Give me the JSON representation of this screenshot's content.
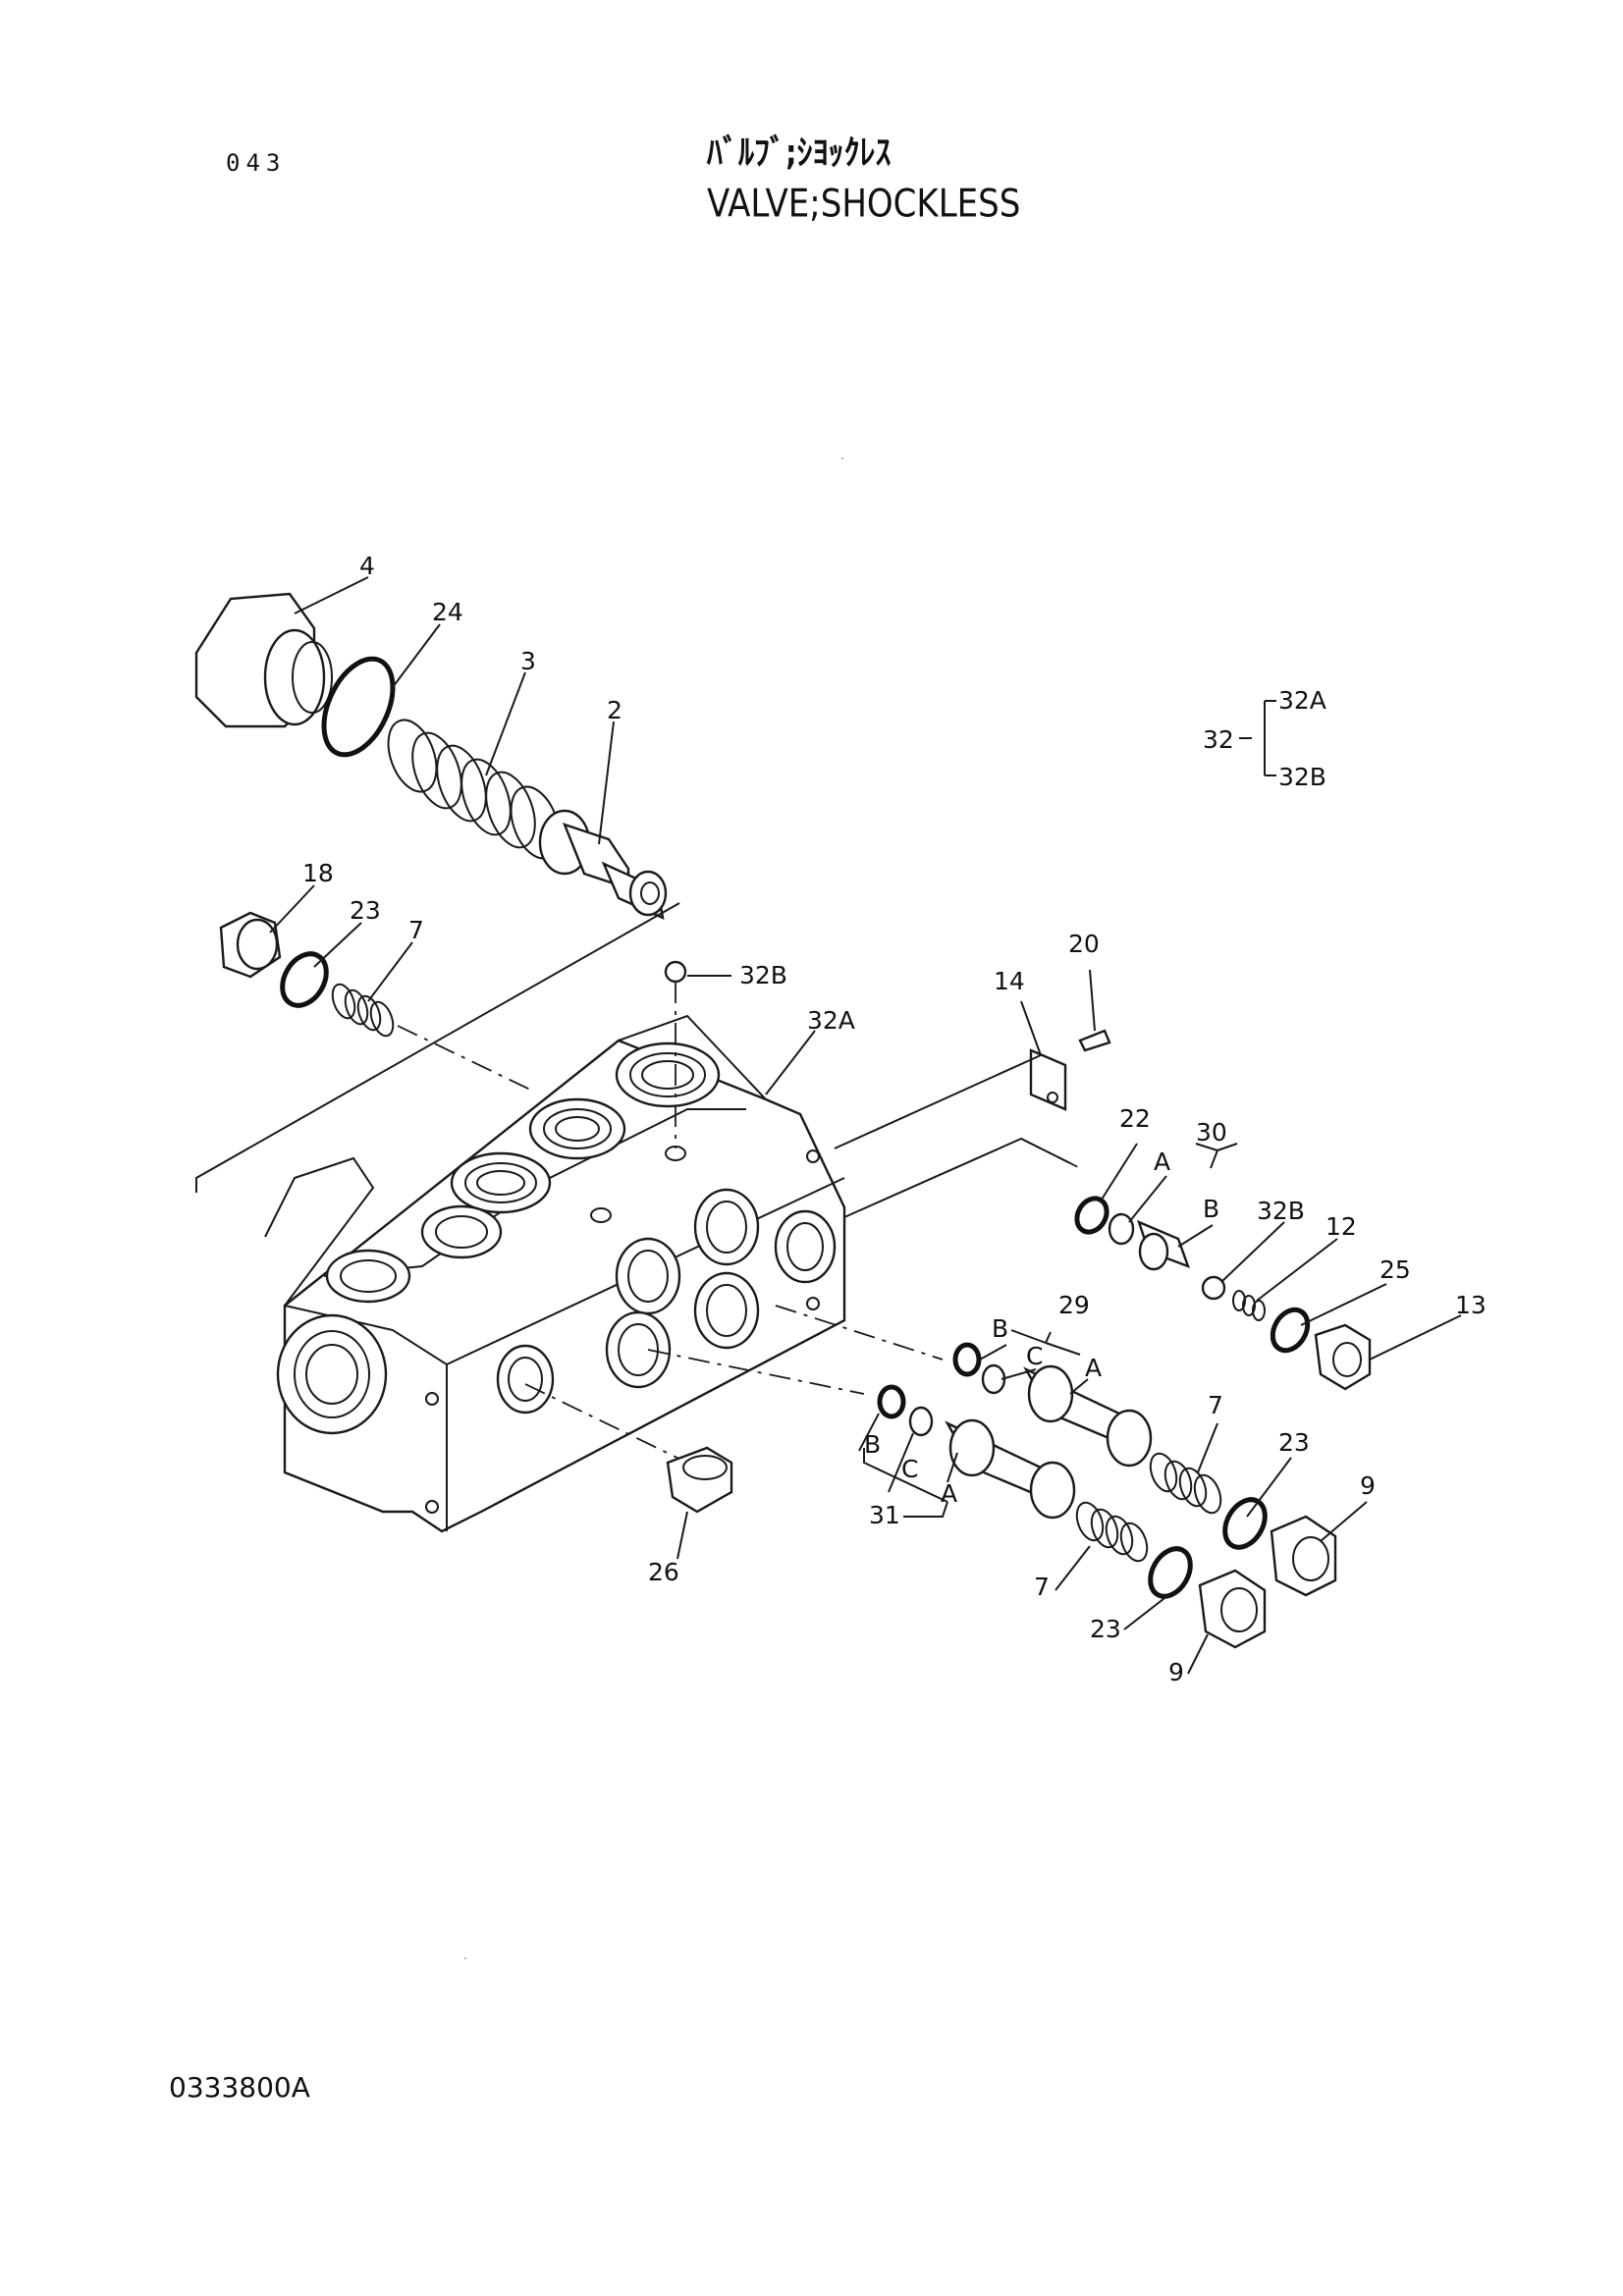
{
  "page_number": "043",
  "title_jp": "ﾊﾞﾙﾌﾞ;ｼﾖｯｸﾚｽ",
  "title_en": "VALVE;SHOCKLESS",
  "drawing_code": "0333800A",
  "assembly_note": {
    "parent": "32",
    "children": [
      "32A",
      "32B"
    ]
  },
  "callouts": {
    "c4": "4",
    "c24": "24",
    "c3": "3",
    "c2": "2",
    "c18": "18",
    "c23_top": "23",
    "c7_top": "7",
    "c32B_top": "32B",
    "c32A": "32A",
    "c14": "14",
    "c20": "20",
    "c22": "22",
    "c30": "30",
    "c30_A": "A",
    "c30_B": "B",
    "c32B_right": "32B",
    "c12": "12",
    "c25": "25",
    "c13": "13",
    "c29": "29",
    "c29_B": "B",
    "c29_C": "C",
    "c29_A": "A",
    "c7_mid": "7",
    "c23_mid": "23",
    "c9_mid": "9",
    "c31_B": "B",
    "c31_C": "C",
    "c31_A": "A",
    "c31": "31",
    "c7_low": "7",
    "c23_low": "23",
    "c9_low": "9",
    "c26": "26"
  }
}
